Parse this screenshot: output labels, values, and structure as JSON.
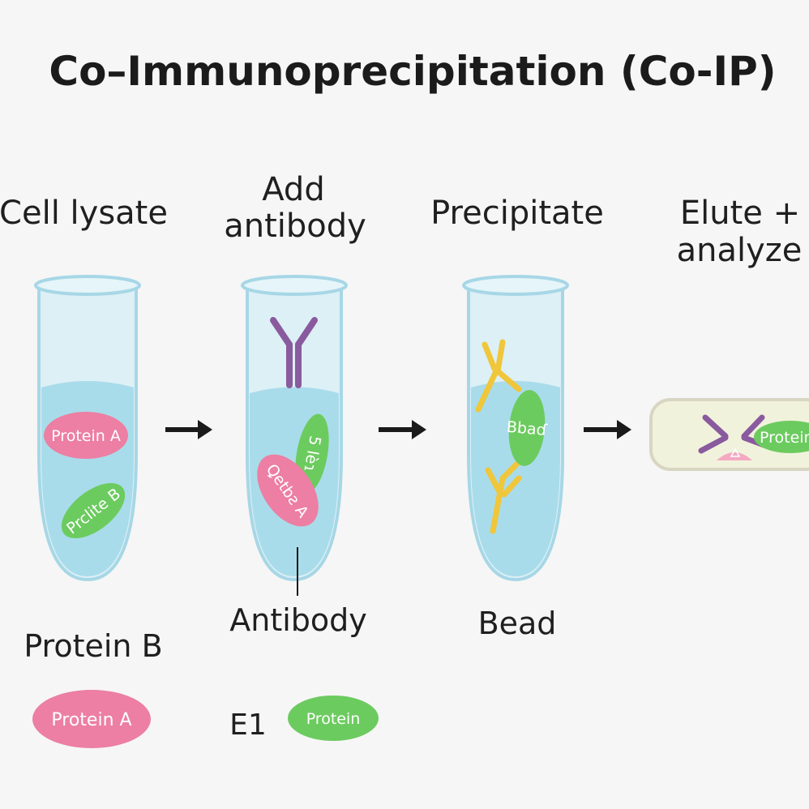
{
  "title": "Co–Immunoprecipitation (Co-IP)",
  "steps": {
    "step1": "Cell lysate",
    "step2_line1": "Add",
    "step2_line2": "antibody",
    "step3": "Precipitate",
    "step4_line1": "Elute +",
    "step4_line2": "analyze"
  },
  "tube1": {
    "protein_a": "Protein A",
    "protein_b": "Prclite B"
  },
  "tube2": {
    "green_label": "5 lѐɿ",
    "pink_label": "Ꝗetbꙅ A"
  },
  "tube3": {
    "green_label": "Bbaɗ"
  },
  "result": {
    "green_label": "Protein"
  },
  "labels": {
    "antibody": "Antibody",
    "bead": "Bead",
    "protein_b": "Protein B",
    "e1": "E1"
  },
  "legend": {
    "pink_label": "Protein A",
    "green_label": "Protein"
  },
  "colors": {
    "liquid": "#a9dcea",
    "tube_glass": "#d8eef4",
    "tube_rim": "#a7d7e6",
    "protein_pink": "#ec7fa3",
    "protein_green": "#6ccb5f",
    "antibody_purple": "#8a5a9e",
    "antibody_yellow": "#f0c63a",
    "arrow": "#1a1a1a",
    "result_box": "#f1f2dc"
  }
}
